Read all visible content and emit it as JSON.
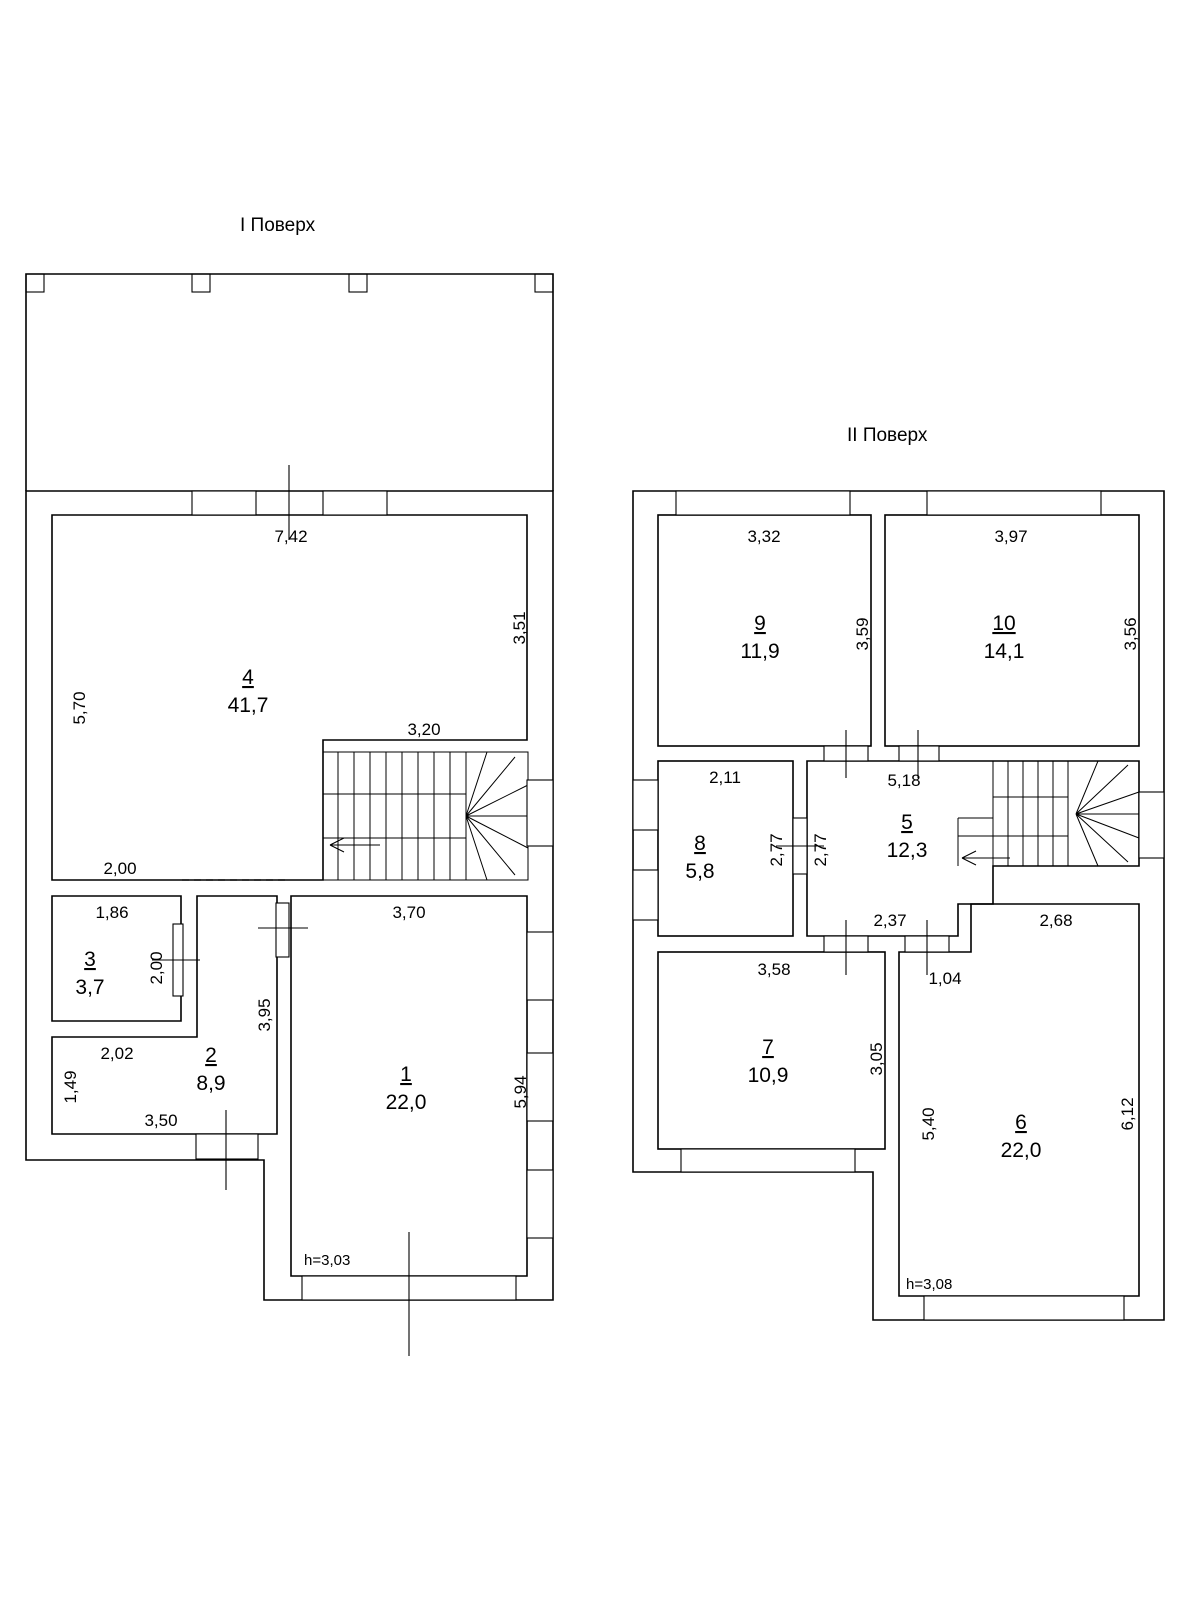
{
  "floors": {
    "floor1": {
      "title": "I  Поверх",
      "height": "h=3,03",
      "rooms": [
        {
          "num": "1",
          "area": "22,0"
        },
        {
          "num": "2",
          "area": "8,9"
        },
        {
          "num": "3",
          "area": "3,7"
        },
        {
          "num": "4",
          "area": "41,7"
        }
      ],
      "dims": [
        "7,42",
        "3,51",
        "5,70",
        "3,20",
        "2,00",
        "1,86",
        "2,00",
        "3,95",
        "3,70",
        "2,02",
        "1,49",
        "3,50",
        "5,94"
      ]
    },
    "floor2": {
      "title": "II  Поверх",
      "height": "h=3,08",
      "rooms": [
        {
          "num": "5",
          "area": "12,3"
        },
        {
          "num": "6",
          "area": "22,0"
        },
        {
          "num": "7",
          "area": "10,9"
        },
        {
          "num": "8",
          "area": "5,8"
        },
        {
          "num": "9",
          "area": "11,9"
        },
        {
          "num": "10",
          "area": "14,1"
        }
      ],
      "dims": [
        "3,32",
        "3,59",
        "3,97",
        "3,56",
        "2,11",
        "5,18",
        "2,77",
        "2,77",
        "2,37",
        "2,68",
        "1,04",
        "3,58",
        "3,05",
        "5,40",
        "6,12"
      ]
    }
  }
}
